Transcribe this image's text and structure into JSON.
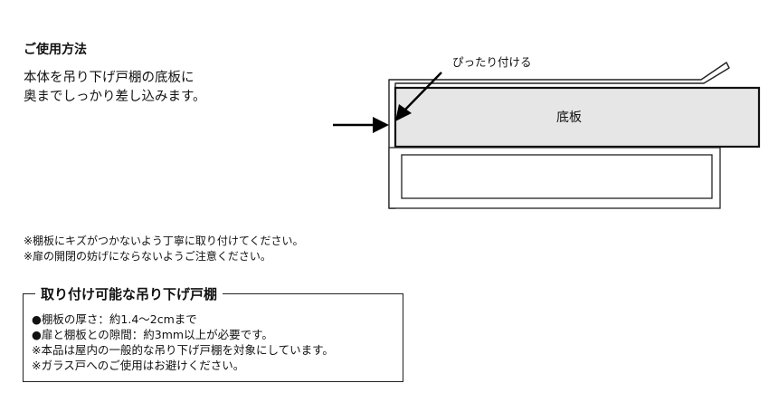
{
  "usage": {
    "title": "ご使用方法",
    "instruction_line1": "本体を吊り下げ戸棚の底板に",
    "instruction_line2": "奥までしっかり差し込みます。"
  },
  "diagram": {
    "callout_label": "ぴったり付ける",
    "shelf_label": "底板"
  },
  "notes": [
    "※棚板にキズがつかないよう丁寧に取り付けてください。",
    "※扉の開閉の妨げにならないようご注意ください。"
  ],
  "spec": {
    "title": "取り付け可能な吊り下げ戸棚",
    "lines": [
      "●棚板の厚さ：約1.4〜2cmまで",
      "●扉と棚板との隙間：約3mm以上が必要です。",
      "※本品は屋内の一般的な吊り下げ戸棚を対象にしています。",
      "※ガラス戸へのご使用はお避けください。"
    ]
  }
}
